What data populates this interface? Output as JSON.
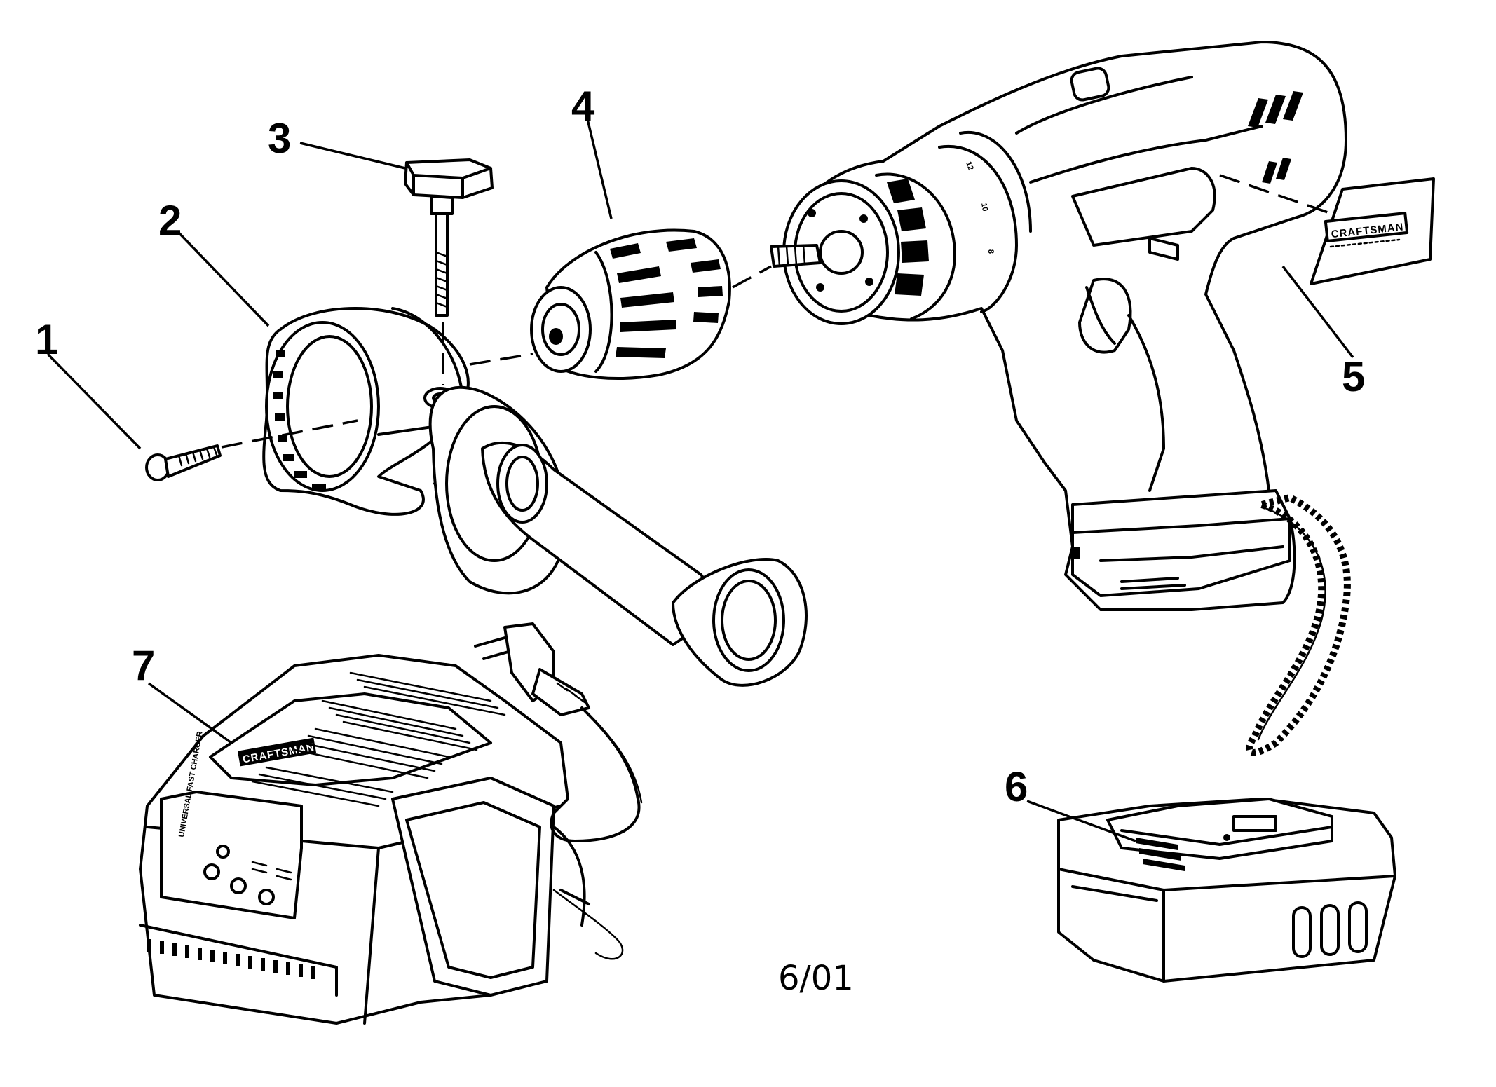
{
  "parts": [
    {
      "number": "1",
      "name": "screw"
    },
    {
      "number": "2",
      "name": "side handle clamp band"
    },
    {
      "number": "3",
      "name": "wing bolt"
    },
    {
      "number": "4",
      "name": "keyless chuck"
    },
    {
      "number": "5",
      "name": "nameplate"
    },
    {
      "number": "6",
      "name": "battery pack"
    },
    {
      "number": "7",
      "name": "charger"
    }
  ],
  "labels": {
    "p1": "1",
    "p2": "2",
    "p3": "3",
    "p4": "4",
    "p5": "5",
    "p6": "6",
    "p7": "7"
  },
  "date_code": "6/01",
  "brand_marks": {
    "nameplate_logo": "CRAFTSMAN",
    "charger_logo": "CRAFTSMAN",
    "charger_panel": "UNIVERSAL FAST CHARGER"
  },
  "drill_clutch_markings": [
    "12",
    "10",
    "8"
  ]
}
